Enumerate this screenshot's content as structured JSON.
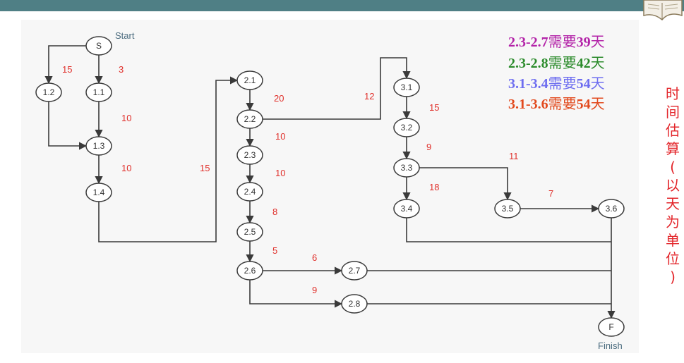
{
  "summary": [
    {
      "text": "2.3-2.7",
      "cjk": "需要",
      "days": "39",
      "unit": "天",
      "color": "#b323a8"
    },
    {
      "text": "2.3-2.8",
      "cjk": "需要",
      "days": "42",
      "unit": "天",
      "color": "#2b8b2b"
    },
    {
      "text": "3.1-3.4",
      "cjk": "需要",
      "days": "54",
      "unit": "天",
      "color": "#6d6df0"
    },
    {
      "text": "3.1-3.6",
      "cjk": "需要",
      "days": "54",
      "unit": "天",
      "color": "#e24a1e"
    }
  ],
  "side_label": [
    "时",
    "间",
    "估",
    "算",
    "(",
    "以",
    "天",
    "为",
    "单",
    "位",
    ")"
  ],
  "start_label": "Start",
  "finish_label": "Finish",
  "nodes": [
    {
      "id": "S",
      "label": "S"
    },
    {
      "id": "1.2",
      "label": "1.2"
    },
    {
      "id": "1.1",
      "label": "1.1"
    },
    {
      "id": "1.3",
      "label": "1.3"
    },
    {
      "id": "1.4",
      "label": "1.4"
    },
    {
      "id": "2.1",
      "label": "2.1"
    },
    {
      "id": "2.2",
      "label": "2.2"
    },
    {
      "id": "2.3",
      "label": "2.3"
    },
    {
      "id": "2.4",
      "label": "2.4"
    },
    {
      "id": "2.5",
      "label": "2.5"
    },
    {
      "id": "2.6",
      "label": "2.6"
    },
    {
      "id": "2.7",
      "label": "2.7"
    },
    {
      "id": "2.8",
      "label": "2.8"
    },
    {
      "id": "3.1",
      "label": "3.1"
    },
    {
      "id": "3.2",
      "label": "3.2"
    },
    {
      "id": "3.3",
      "label": "3.3"
    },
    {
      "id": "3.4",
      "label": "3.4"
    },
    {
      "id": "3.5",
      "label": "3.5"
    },
    {
      "id": "3.6",
      "label": "3.6"
    },
    {
      "id": "F",
      "label": "F"
    }
  ],
  "edges": [
    {
      "from": "S",
      "to": "1.2",
      "weight": "15"
    },
    {
      "from": "S",
      "to": "1.1",
      "weight": "3"
    },
    {
      "from": "1.1",
      "to": "1.3",
      "weight": "10"
    },
    {
      "from": "1.2",
      "to": "1.3",
      "weight": ""
    },
    {
      "from": "1.3",
      "to": "1.4",
      "weight": "10"
    },
    {
      "from": "1.4",
      "to": "2.1",
      "weight": "15"
    },
    {
      "from": "2.1",
      "to": "2.2",
      "weight": "20"
    },
    {
      "from": "2.2",
      "to": "3.1",
      "weight": "12"
    },
    {
      "from": "2.2",
      "to": "2.3",
      "weight": "10"
    },
    {
      "from": "2.3",
      "to": "2.4",
      "weight": "10"
    },
    {
      "from": "2.4",
      "to": "2.5",
      "weight": "8"
    },
    {
      "from": "2.5",
      "to": "2.6",
      "weight": "5"
    },
    {
      "from": "2.6",
      "to": "2.7",
      "weight": "6"
    },
    {
      "from": "2.6",
      "to": "2.8",
      "weight": "9"
    },
    {
      "from": "3.1",
      "to": "3.2",
      "weight": "15"
    },
    {
      "from": "3.2",
      "to": "3.3",
      "weight": "9"
    },
    {
      "from": "3.3",
      "to": "3.4",
      "weight": "18"
    },
    {
      "from": "3.3",
      "to": "3.5",
      "weight": "11"
    },
    {
      "from": "3.5",
      "to": "3.6",
      "weight": "7"
    },
    {
      "from": "3.4",
      "to": "F",
      "weight": ""
    },
    {
      "from": "3.6",
      "to": "F",
      "weight": ""
    },
    {
      "from": "2.7",
      "to": "F",
      "weight": ""
    },
    {
      "from": "2.8",
      "to": "F",
      "weight": ""
    }
  ]
}
